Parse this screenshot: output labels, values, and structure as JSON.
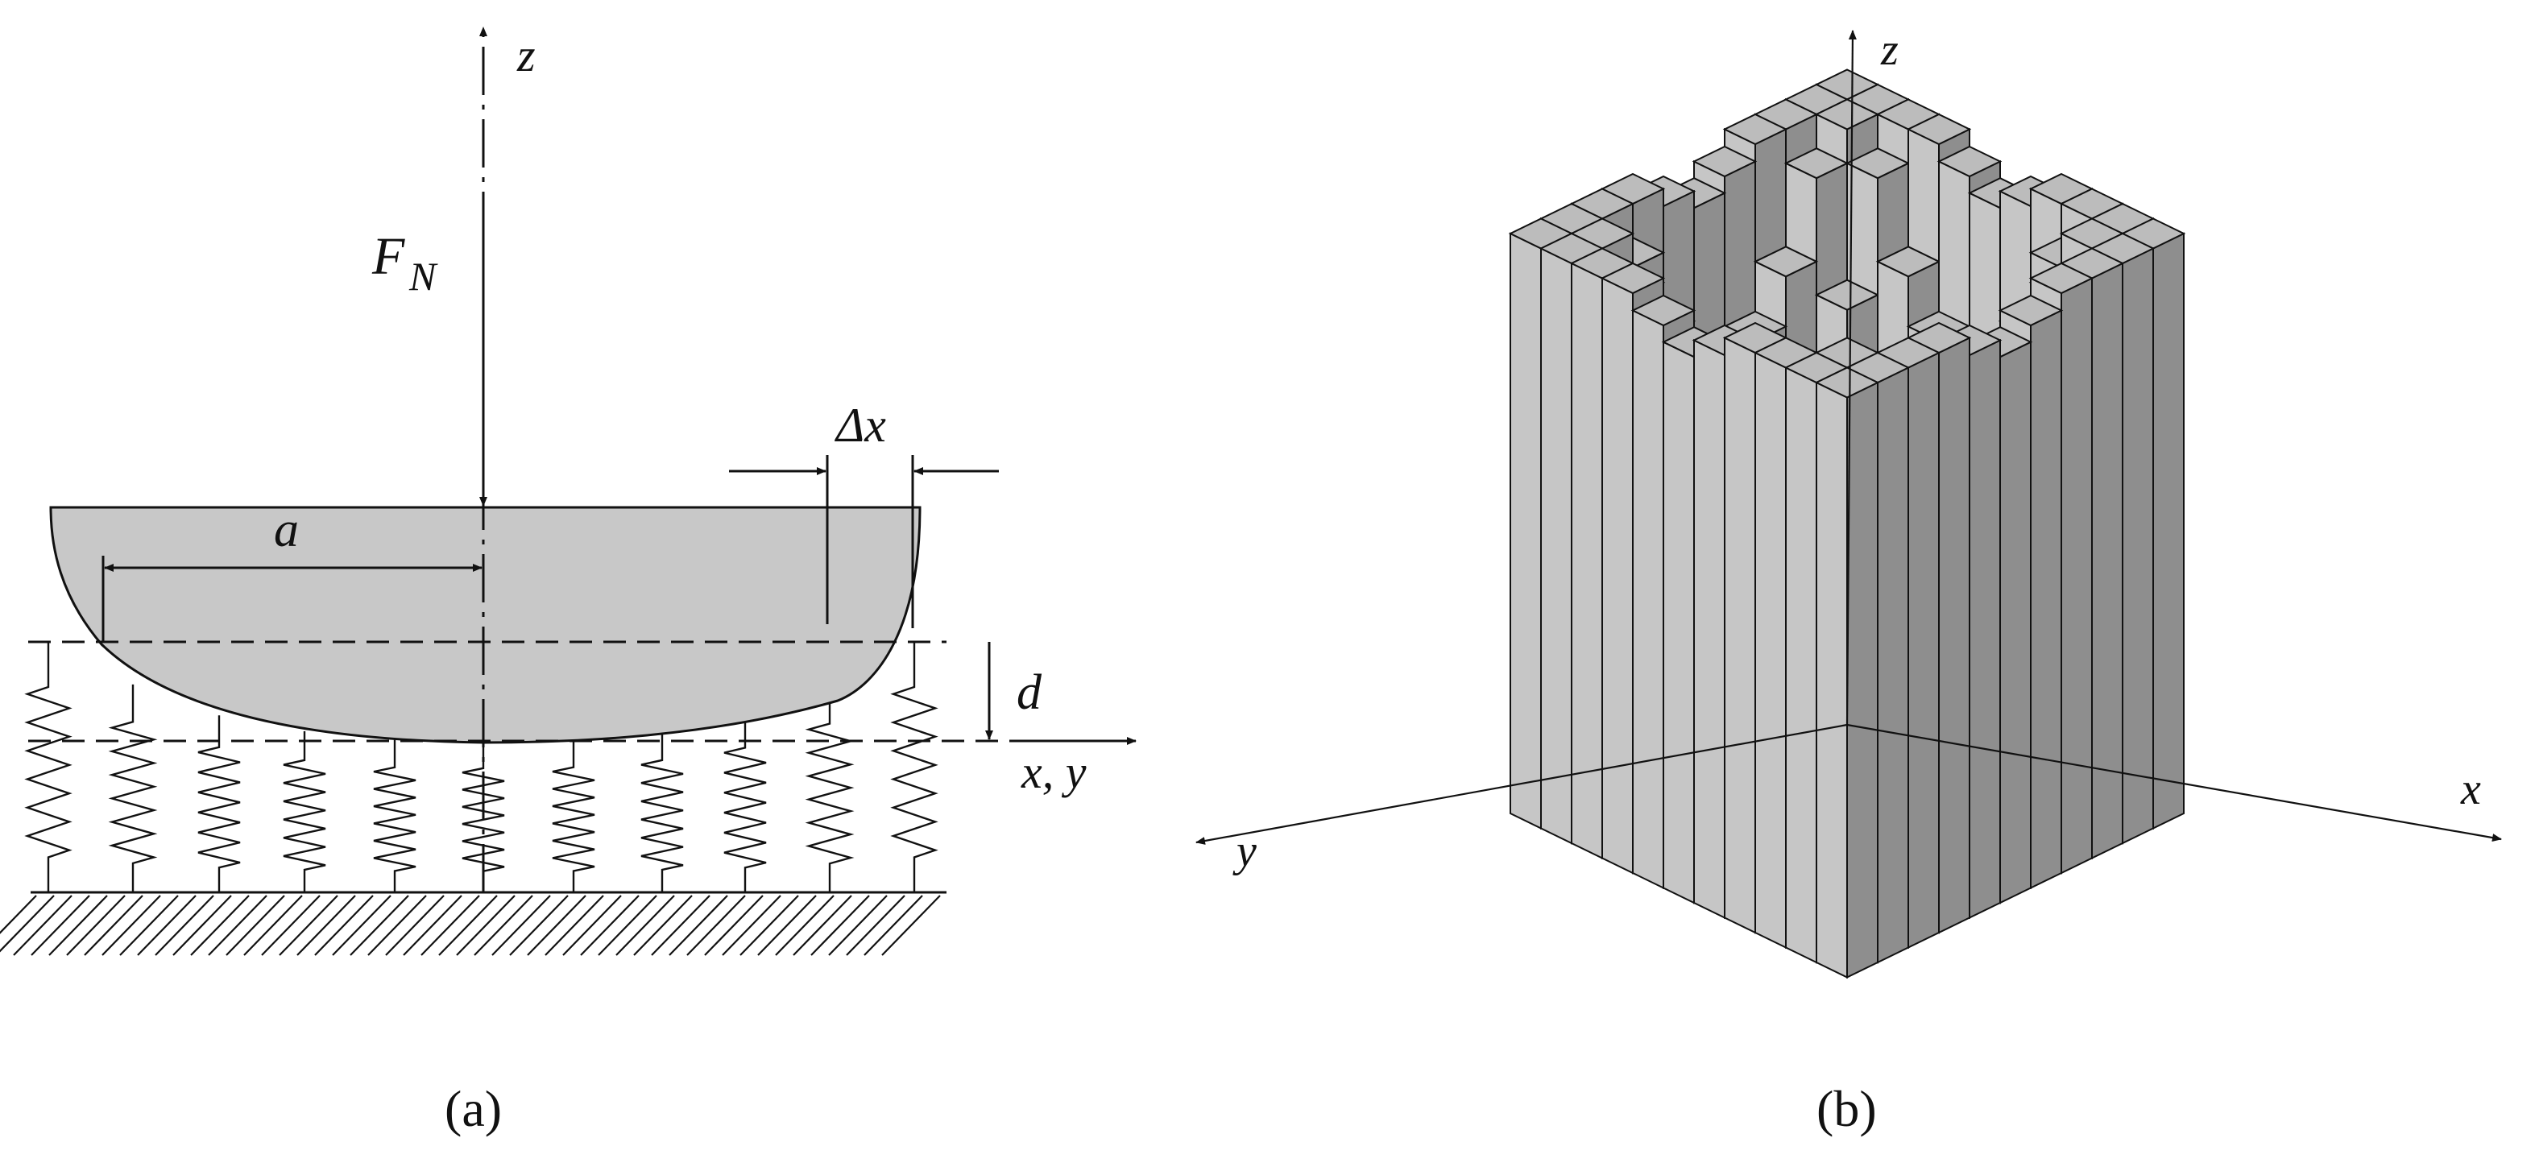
{
  "panel_a": {
    "axis_z_label": "z",
    "force_label_main": "F",
    "force_label_sub": "N",
    "radius_label": "a",
    "spacing_label": "Δx",
    "depth_label": "d",
    "axis_xy_label": "x, y",
    "caption": "(a)"
  },
  "panel_b": {
    "axis_z_label": "z",
    "axis_x_label": "x",
    "axis_y_label": "y",
    "caption": "(b)",
    "grid_count": 11
  },
  "colors": {
    "indenter_fill": "#c8c8c8",
    "block_top": "#bcbcbc",
    "block_left": "#c6c6c6",
    "block_right": "#8e8e8e",
    "line": "#111111"
  }
}
